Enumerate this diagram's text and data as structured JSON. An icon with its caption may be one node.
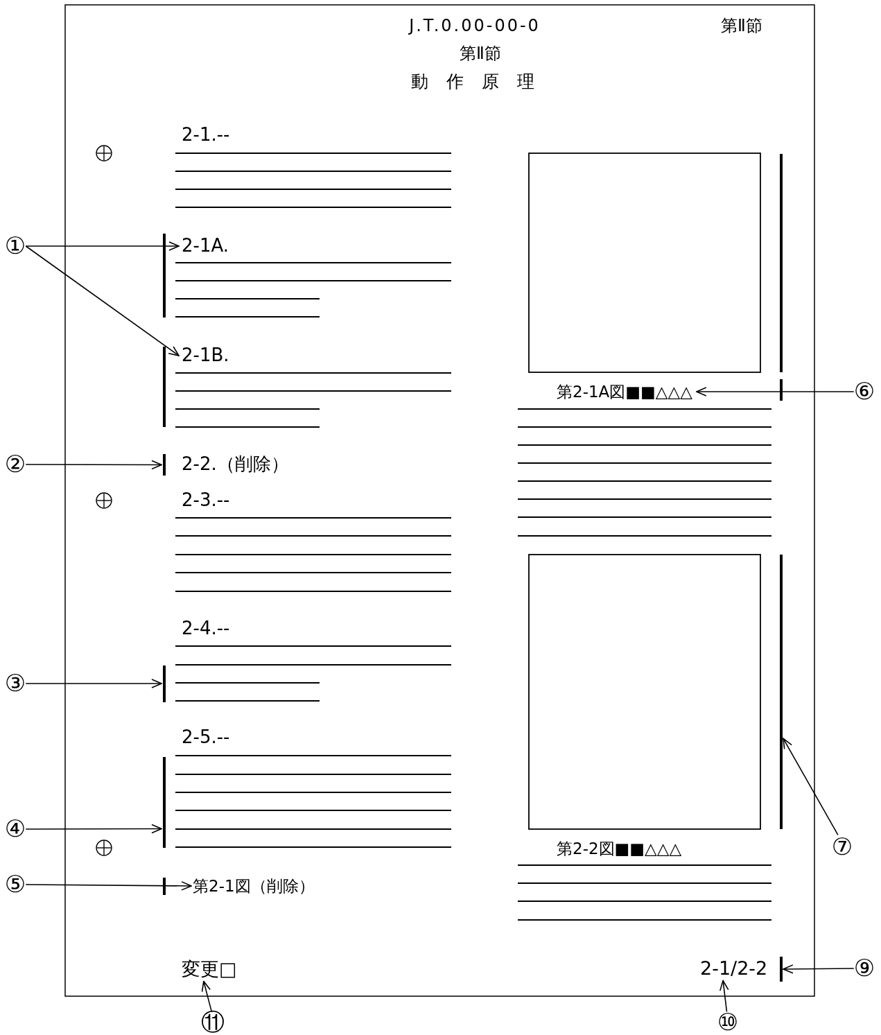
{
  "diagram": {
    "nodes": [
      {
        "text": [
          "①"
        ]
      },
      {
        "text": [
          "2-1A."
        ]
      },
      {
        "text": [
          "2-1B."
        ]
      },
      {
        "text": [
          "②"
        ]
      },
      {
        "text": [],
        "shape": "bar"
      },
      {
        "text": [
          "③"
        ]
      },
      {
        "text": [],
        "shape": "bar"
      },
      {
        "text": [
          "④"
        ]
      },
      {
        "text": [],
        "shape": "bar"
      },
      {
        "text": [
          "⑤"
        ]
      },
      {
        "text": [
          "第2-1図（削除）"
        ]
      },
      {
        "text": [
          "第2-1A図■■△△△"
        ]
      },
      {
        "text": [
          "⑥"
        ]
      },
      {
        "text": [],
        "shape": "bar"
      },
      {
        "text": [
          "⑦"
        ]
      },
      {
        "text": [
          "2-1/2-2"
        ]
      },
      {
        "text": [],
        "shape": "bar"
      },
      {
        "text": [
          "⑨"
        ]
      },
      {
        "text": [
          "変更□"
        ]
      },
      {
        "text": [
          "⑪"
        ]
      },
      {
        "text": [
          "⑩"
        ]
      }
    ],
    "edges": [
      {
        "from": 0,
        "to": 1,
        "arrow": "to"
      },
      {
        "from": 0,
        "to": 2,
        "arrow": "to"
      },
      {
        "from": 3,
        "to": 4,
        "arrow": "to"
      },
      {
        "from": 5,
        "to": 6,
        "arrow": "to"
      },
      {
        "from": 7,
        "to": 8,
        "arrow": "to"
      },
      {
        "from": 9,
        "to": 10,
        "arrow": "to"
      },
      {
        "from": 12,
        "to": 11,
        "arrow": "to"
      },
      {
        "from": 14,
        "to": 13,
        "arrow": "to"
      },
      {
        "from": 17,
        "to": 16,
        "arrow": "to"
      },
      {
        "from": 19,
        "to": 18,
        "arrow": "to"
      },
      {
        "from": 20,
        "to": 15,
        "arrow": "to"
      }
    ],
    "labels": [
      "J.T.0.00-00-0",
      "第Ⅱ節",
      "第Ⅱ節",
      "動作原理",
      "2-1.--",
      "2-2.（削除）",
      "2-3.--",
      "2-4.--",
      "2-5.--",
      "第2-2図■■△△△"
    ]
  }
}
